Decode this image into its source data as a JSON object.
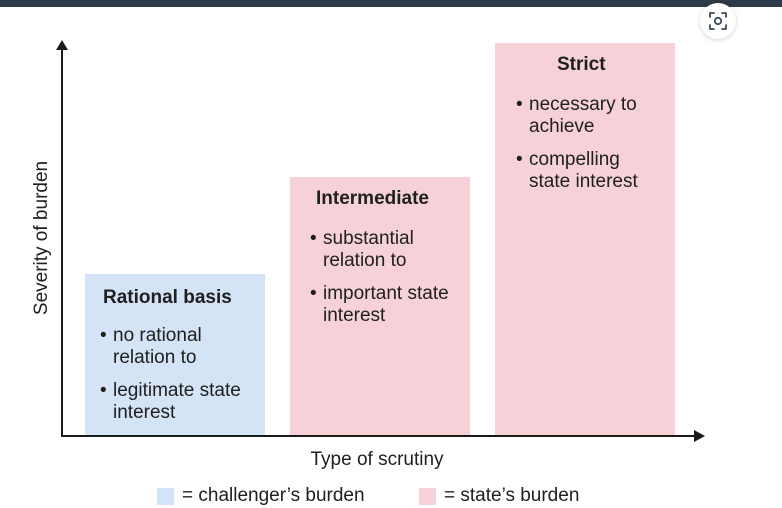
{
  "colors": {
    "challenger": "#d5e3f7",
    "state": "#f6d1d7",
    "axis": "#1a1a1a",
    "topbar": "#2e3a48"
  },
  "toolbar": {
    "lens_icon": "lens-search-icon"
  },
  "axes": {
    "y_label": "Severity of burden",
    "x_label": "Type of scrutiny"
  },
  "levels": [
    {
      "title": "Rational basis",
      "bullets": [
        "no rational relation to",
        "legitimate state interest"
      ],
      "burden": "challenger"
    },
    {
      "title": "Intermediate",
      "bullets": [
        "substantial relation to",
        "important state interest"
      ],
      "burden": "state"
    },
    {
      "title": "Strict",
      "bullets": [
        "necessary to achieve",
        "compelling state interest"
      ],
      "burden": "state"
    }
  ],
  "legend": [
    {
      "label": "= challenger’s burden",
      "color": "#d5e3f7"
    },
    {
      "label": "= state’s burden",
      "color": "#f6d1d7"
    }
  ]
}
